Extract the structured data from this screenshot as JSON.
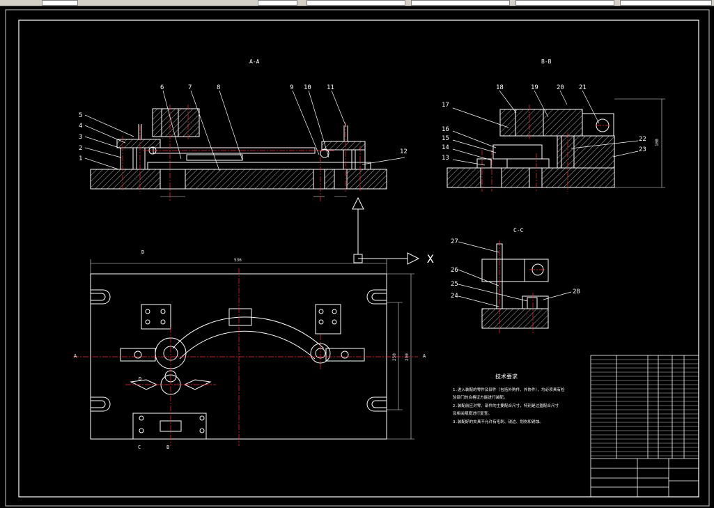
{
  "colors": {
    "background": "#000000",
    "lines": "#ffffff",
    "centerlines": "#ff2a2a",
    "dimension": "#e8e8e8",
    "toolbar": "#d4d0c8"
  },
  "views": {
    "section_aa": "A-A",
    "section_bb": "B-B",
    "section_cc": "C-C",
    "mark_a_left": "A",
    "mark_a_right": "A",
    "mark_b": "B",
    "mark_c": "C",
    "mark_d": "D",
    "axis_x": "X"
  },
  "balloons_aa": [
    "1",
    "2",
    "3",
    "4",
    "5",
    "6",
    "7",
    "8",
    "9",
    "10",
    "11",
    "12"
  ],
  "balloons_bb": [
    "13",
    "14",
    "15",
    "16",
    "17",
    "18",
    "19",
    "20",
    "21",
    "22",
    "23"
  ],
  "balloons_cc": [
    "24",
    "25",
    "26",
    "27",
    "28"
  ],
  "dims": {
    "overall_length": "536",
    "overall_height": "100",
    "inner_width": "250",
    "outer_width": "290"
  },
  "notes": {
    "title": "技术要求",
    "lines": [
      "1.进入装配的零件及部件（包括外购件、外协件），均必须具有检",
      "验部门的合格证方能进行装配。",
      "2.装配前应对零、部件的主要配合尺寸，特别是过盈配合尺寸",
      "及相关精度进行复查。",
      "3.装配好的夹具不允许有毛刺、锐边、划伤和锈蚀。"
    ]
  }
}
